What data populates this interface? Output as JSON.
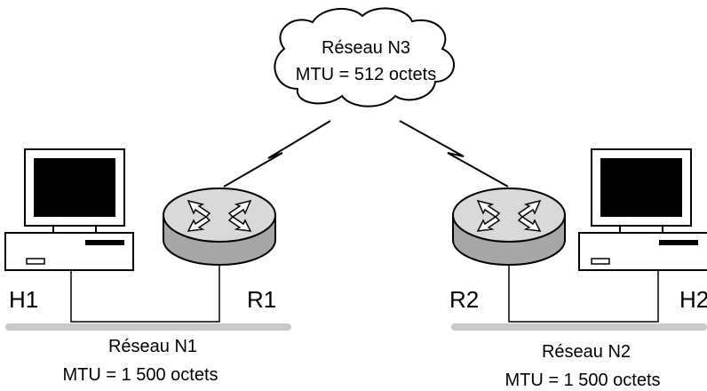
{
  "cloud": {
    "name": "Réseau N3",
    "mtu": "MTU = 512 octets"
  },
  "network_n1": {
    "name": "Réseau N1",
    "mtu": "MTU = 1 500 octets"
  },
  "network_n2": {
    "name": "Réseau N2",
    "mtu": "MTU = 1 500 octets"
  },
  "hosts": {
    "h1": "H1",
    "h2": "H2"
  },
  "routers": {
    "r1": "R1",
    "r2": "R2"
  },
  "colors": {
    "line": "#000000",
    "segment": "#c8c8c8",
    "router_top": "#d9d9d9",
    "router_side": "#a6a6a6",
    "screen": "#000000"
  }
}
